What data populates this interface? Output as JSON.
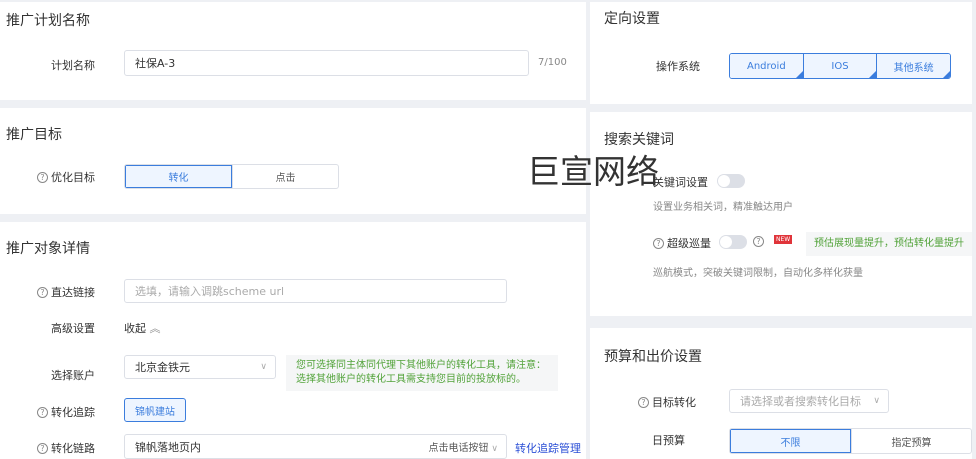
{
  "watermark": "巨宣网络",
  "plan": {
    "title": "推广计划名称",
    "name_label": "计划名称",
    "name_value": "社保A-3",
    "counter": "7/100"
  },
  "goal": {
    "title": "推广目标",
    "label": "优化目标",
    "options": [
      "转化",
      "点击"
    ],
    "selected": "转化"
  },
  "detail": {
    "title": "推广对象详情",
    "deeplink_label": "直达链接",
    "deeplink_placeholder": "选填，请输入调跳scheme url",
    "advanced_label": "高级设置",
    "advanced_toggle": "收起",
    "account_label": "选择账户",
    "account_value": "北京金铁元",
    "account_tip": "您可选择同主体同代理下其他账户的转化工具，请注意：选择其他账户的转化工具需支持您目前的投放标的。",
    "tracking_label": "转化追踪",
    "tracking_button": "锦帆建站",
    "chain_label": "转化链路",
    "chain_value": "锦帆落地页内",
    "chain_sub": "点击电话按钮",
    "chain_link": "转化追踪管理"
  },
  "targeting": {
    "title": "定向设置",
    "os_label": "操作系统",
    "os_options": [
      "Android",
      "IOS",
      "其他系统"
    ]
  },
  "keywords": {
    "title": "搜索关键词",
    "kw_label": "关键词设置",
    "kw_hint": "设置业务相关词，精准触达用户",
    "kw_on": false,
    "super_label": "超级巡量",
    "super_on": false,
    "new_badge": "NEW",
    "super_tip": "预估展现量提升，预估转化量提升",
    "super_hint": "巡航模式，突破关键词限制，自动化多样化获量"
  },
  "budget": {
    "title": "预算和出价设置",
    "target_label": "目标转化",
    "target_placeholder": "请选择或者搜索转化目标",
    "daily_label": "日预算",
    "daily_options": [
      "不限",
      "指定预算"
    ],
    "daily_selected": "不限"
  },
  "colors": {
    "accent": "#3b7ddd",
    "tip_green": "#52a33a"
  }
}
